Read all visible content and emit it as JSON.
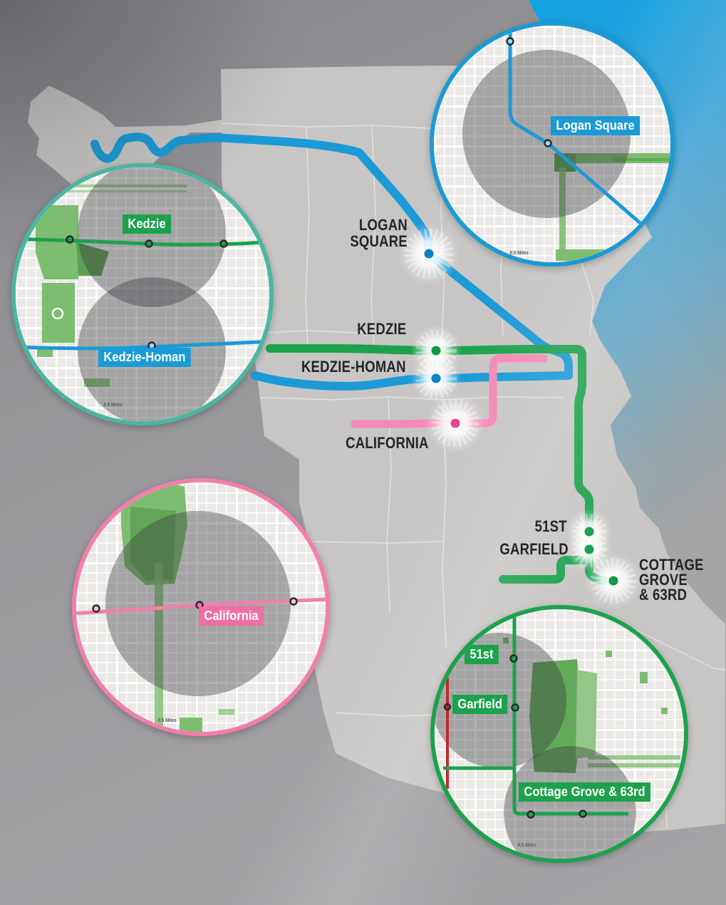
{
  "colors": {
    "blue_line": "#1B9AD6",
    "green_line": "#1DA14D",
    "pink_line": "#F489B5",
    "pink_station_dot": "#E8418C",
    "red_line": "#C2272D",
    "lake_blue": "#12A3E3",
    "city_fill": "#C7C6C4",
    "background_gray": "#97969A",
    "label_text": "#232427",
    "teal_ring": "#4DB5A1",
    "pink_ring": "#F17FAB",
    "blue_ring": "#1B9AD6",
    "green_ring": "#1DA14D"
  },
  "main_map": {
    "stations": [
      {
        "id": "logan-square",
        "line": "blue",
        "label_lines": [
          "LOGAN",
          "SQUARE"
        ]
      },
      {
        "id": "kedzie",
        "line": "green",
        "label_lines": [
          "KEDZIE"
        ]
      },
      {
        "id": "kedzie-homan",
        "line": "blue",
        "label_lines": [
          "KEDZIE-HOMAN"
        ]
      },
      {
        "id": "california",
        "line": "pink",
        "label_lines": [
          "CALIFORNIA"
        ]
      },
      {
        "id": "51st",
        "line": "green",
        "label_lines": [
          "51ST"
        ]
      },
      {
        "id": "garfield",
        "line": "green",
        "label_lines": [
          "GARFIELD"
        ]
      },
      {
        "id": "cottage-grove-63rd",
        "line": "green",
        "label_lines": [
          "COTTAGE",
          "GROVE",
          "& 63RD"
        ]
      }
    ]
  },
  "insets": [
    {
      "id": "logan-square-inset",
      "ring_color": "#1B9AD6",
      "labels": [
        {
          "text": "Logan Square",
          "bg": "#1B9AD6"
        }
      ],
      "scale_label": "0.5 Miles"
    },
    {
      "id": "kedzie-inset",
      "ring_color": "#4DB5A1",
      "labels": [
        {
          "text": "Kedzie",
          "bg": "#1DA14D"
        },
        {
          "text": "Kedzie-Homan",
          "bg": "#1B9AD6"
        }
      ],
      "scale_label": "0.5 Miles"
    },
    {
      "id": "california-inset",
      "ring_color": "#F17FAB",
      "labels": [
        {
          "text": "California",
          "bg": "#EF6FA4"
        }
      ],
      "scale_label": "0.5 Miles"
    },
    {
      "id": "south-side-inset",
      "ring_color": "#1DA14D",
      "labels": [
        {
          "text": "51st",
          "bg": "#1DA14D"
        },
        {
          "text": "Garfield",
          "bg": "#1DA14D"
        },
        {
          "text": "Cottage Grove & 63rd",
          "bg": "#1DA14D"
        }
      ],
      "scale_label": "0.5 Miles"
    }
  ]
}
